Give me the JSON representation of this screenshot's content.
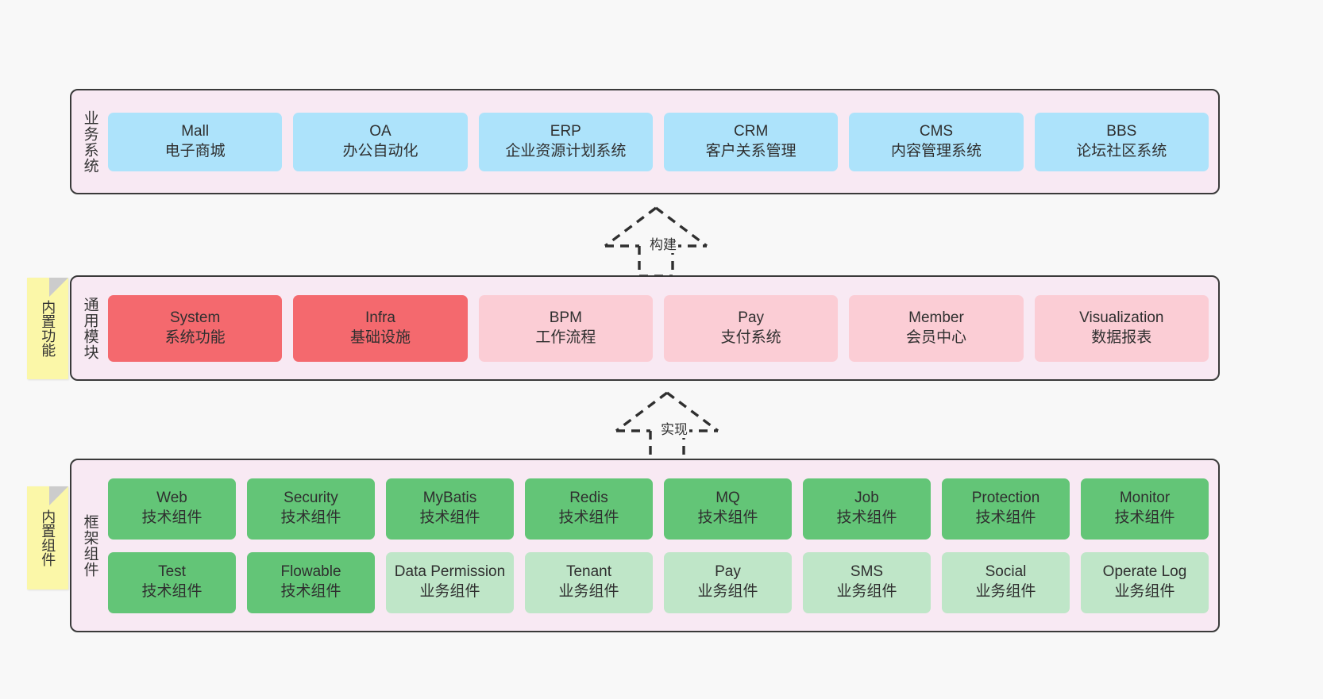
{
  "diagram": {
    "bands": [
      {
        "id": "business-systems",
        "title": "业务系统",
        "rows": [
          {
            "cards": [
              {
                "t1": "Mall",
                "t2": "电子商城",
                "color": "#ade3fb"
              },
              {
                "t1": "OA",
                "t2": "办公自动化",
                "color": "#ade3fb"
              },
              {
                "t1": "ERP",
                "t2": "企业资源计划系统",
                "color": "#ade3fb"
              },
              {
                "t1": "CRM",
                "t2": "客户关系管理",
                "color": "#ade3fb"
              },
              {
                "t1": "CMS",
                "t2": "内容管理系统",
                "color": "#ade3fb"
              },
              {
                "t1": "BBS",
                "t2": "论坛社区系统",
                "color": "#ade3fb"
              }
            ]
          }
        ]
      },
      {
        "id": "common-modules",
        "title": "通用模块",
        "note": "内置功能",
        "rows": [
          {
            "cards": [
              {
                "t1": "System",
                "t2": "系统功能",
                "color": "#f4696e"
              },
              {
                "t1": "Infra",
                "t2": "基础设施",
                "color": "#f4696e"
              },
              {
                "t1": "BPM",
                "t2": "工作流程",
                "color": "#fbcdd5"
              },
              {
                "t1": "Pay",
                "t2": "支付系统",
                "color": "#fbcdd5"
              },
              {
                "t1": "Member",
                "t2": "会员中心",
                "color": "#fbcdd5"
              },
              {
                "t1": "Visualization",
                "t2": "数据报表",
                "color": "#fbcdd5"
              }
            ]
          }
        ]
      },
      {
        "id": "framework-components",
        "title": "框架组件",
        "note": "内置组件",
        "rows": [
          {
            "cards": [
              {
                "t1": "Web",
                "t2": "技术组件",
                "color": "#63c577"
              },
              {
                "t1": "Security",
                "t2": "技术组件",
                "color": "#63c577"
              },
              {
                "t1": "MyBatis",
                "t2": "技术组件",
                "color": "#63c577"
              },
              {
                "t1": "Redis",
                "t2": "技术组件",
                "color": "#63c577"
              },
              {
                "t1": "MQ",
                "t2": "技术组件",
                "color": "#63c577"
              },
              {
                "t1": "Job",
                "t2": "技术组件",
                "color": "#63c577"
              },
              {
                "t1": "Protection",
                "t2": "技术组件",
                "color": "#63c577"
              },
              {
                "t1": "Monitor",
                "t2": "技术组件",
                "color": "#63c577"
              }
            ]
          },
          {
            "cards": [
              {
                "t1": "Test",
                "t2": "技术组件",
                "color": "#63c577"
              },
              {
                "t1": "Flowable",
                "t2": "技术组件",
                "color": "#63c577"
              },
              {
                "t1": "Data Permission",
                "t2": "业务组件",
                "color": "#bfe6c8",
                "wrap": true
              },
              {
                "t1": "Tenant",
                "t2": "业务组件",
                "color": "#bfe6c8"
              },
              {
                "t1": "Pay",
                "t2": "业务组件",
                "color": "#bfe6c8"
              },
              {
                "t1": "SMS",
                "t2": "业务组件",
                "color": "#bfe6c8"
              },
              {
                "t1": "Social",
                "t2": "业务组件",
                "color": "#bfe6c8"
              },
              {
                "t1": "Operate Log",
                "t2": "业务组件",
                "color": "#bfe6c8"
              }
            ]
          }
        ]
      }
    ],
    "connectors": [
      {
        "id": "build",
        "label": "构建"
      },
      {
        "id": "implement",
        "label": "实现"
      }
    ],
    "colors": {
      "background": "#f8f8f8",
      "band_fill": "#f8e9f3",
      "band_border": "#3a3a3a",
      "note_fill": "#fbf7a8",
      "blue": "#ade3fb",
      "red": "#f4696e",
      "pink": "#fbcdd5",
      "green": "#63c577",
      "green_light": "#bfe6c8"
    }
  }
}
